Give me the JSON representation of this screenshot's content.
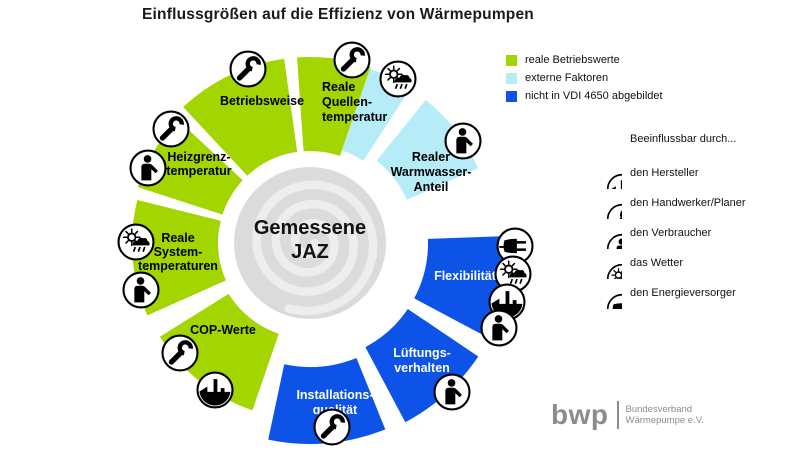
{
  "title": "Einflussgrößen auf die Effizienz von Wärmepumpen",
  "colors": {
    "green": "#A3D600",
    "cyan": "#B5ECF8",
    "blue": "#0D53E8",
    "center_gray": "#DBDBDB",
    "spiral_gray": "#EDEDED",
    "logo_gray": "#8C8C8C"
  },
  "legend": {
    "items": [
      {
        "label": "reale Betriebswerte",
        "color": "green"
      },
      {
        "label": "externe Faktoren",
        "color": "cyan"
      },
      {
        "label": "nicht in VDI 4650 abgebildet",
        "color": "blue"
      }
    ]
  },
  "wheel": {
    "center_label": [
      "Gemessene",
      "JAZ"
    ],
    "segments": [
      {
        "id": "betriebsweise",
        "label": [
          "Betriebsweise"
        ],
        "colors": [
          "green"
        ],
        "influenced_by": [
          "wrench"
        ]
      },
      {
        "id": "reale-quellentemperatur",
        "label": [
          "Reale",
          "Quellen-",
          "temperatur"
        ],
        "colors": [
          "green",
          "cyan"
        ],
        "influenced_by": [
          "wrench",
          "weather"
        ]
      },
      {
        "id": "realer-warmwasser-anteil",
        "label": [
          "Realer",
          "Warmwasser-",
          "Anteil"
        ],
        "colors": [
          "cyan"
        ],
        "influenced_by": [
          "person"
        ]
      },
      {
        "id": "flexibilitaet",
        "label": [
          "Flexibilität"
        ],
        "colors": [
          "blue"
        ],
        "influenced_by": [
          "plug",
          "weather",
          "factory",
          "person"
        ]
      },
      {
        "id": "lueftungsverhalten",
        "label": [
          "Lüftungs-",
          "verhalten"
        ],
        "colors": [
          "blue"
        ],
        "influenced_by": [
          "person"
        ]
      },
      {
        "id": "installationsqualitaet",
        "label": [
          "Installations-",
          "qualität"
        ],
        "colors": [
          "blue"
        ],
        "influenced_by": [
          "wrench"
        ]
      },
      {
        "id": "cop-werte",
        "label": [
          "COP-Werte"
        ],
        "colors": [
          "green"
        ],
        "influenced_by": [
          "wrench",
          "factory"
        ]
      },
      {
        "id": "reale-systemtemperaturen",
        "label": [
          "Reale",
          "System-",
          "temperaturen"
        ],
        "colors": [
          "green"
        ],
        "influenced_by": [
          "weather",
          "person"
        ]
      },
      {
        "id": "heizgrenztemperatur",
        "label": [
          "Heizgrenz-",
          "temperatur"
        ],
        "colors": [
          "green"
        ],
        "influenced_by": [
          "wrench",
          "person"
        ]
      }
    ]
  },
  "influencers": {
    "header": "Beeinflussbar durch...",
    "items": [
      {
        "icon": "factory",
        "label": "den Hersteller"
      },
      {
        "icon": "wrench",
        "label": "den Handwerker/Planer"
      },
      {
        "icon": "person",
        "label": "den Verbraucher"
      },
      {
        "icon": "weather",
        "label": "das Wetter"
      },
      {
        "icon": "plug",
        "label": "den Energieversorger"
      }
    ]
  },
  "logo": {
    "word": "bwp",
    "line1": "Bundesverband",
    "line2": "Wärmepumpe e.V."
  }
}
